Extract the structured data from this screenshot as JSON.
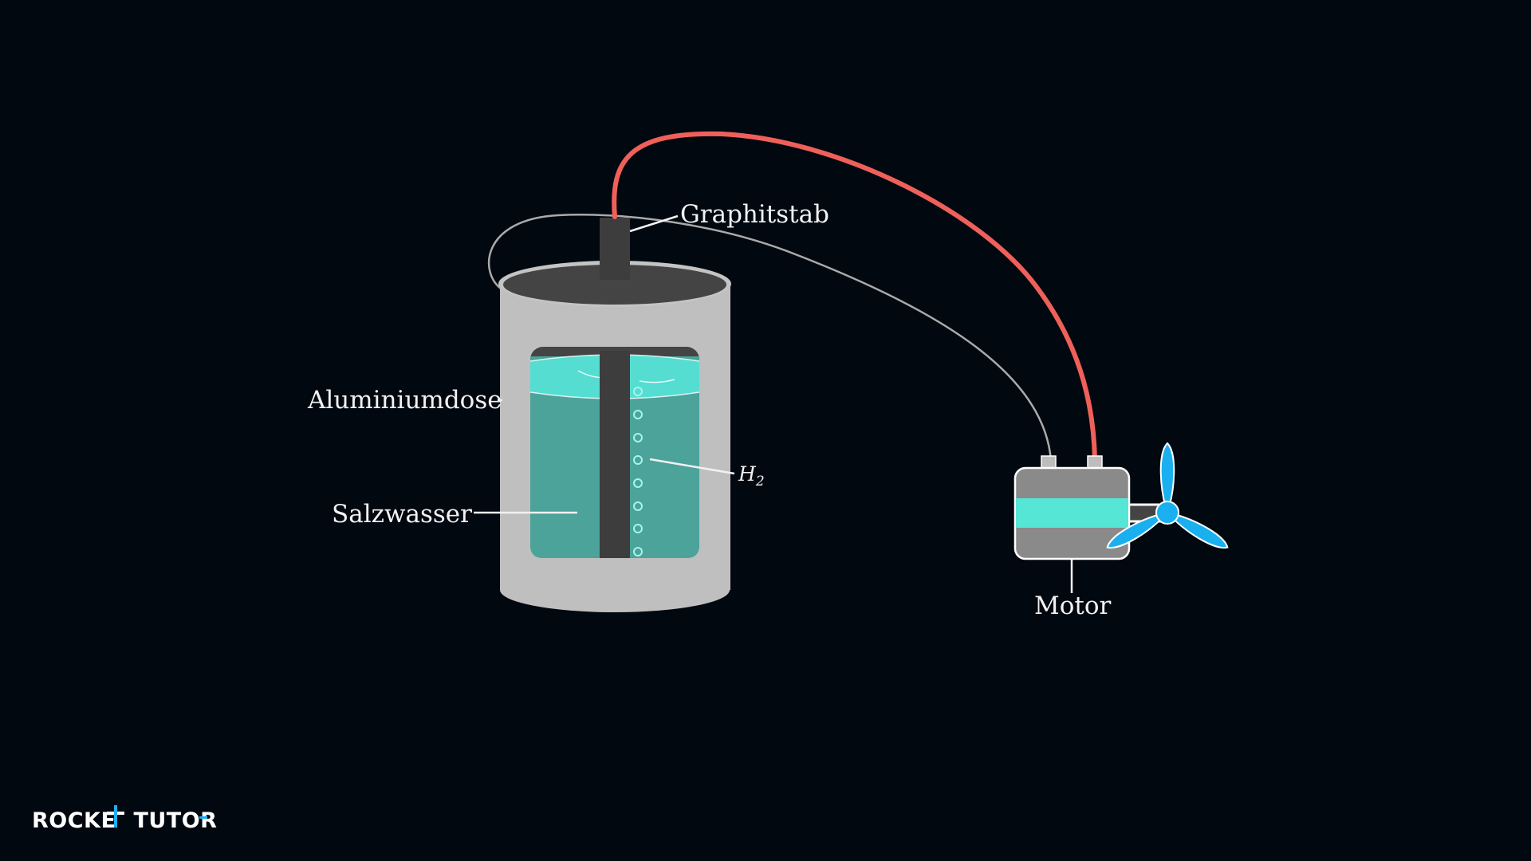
{
  "labels": {
    "graphite_rod": "Graphitstab",
    "aluminium_can": "Aluminiumdose",
    "salt_water": "Salzwasser",
    "hydrogen_base": "H",
    "hydrogen_subscript": "2",
    "motor": "Motor"
  },
  "logo": {
    "part1": "ROCKE",
    "part2": "TUTO",
    "part3": "R"
  },
  "colors": {
    "background": "#020810",
    "can": "#bfbfbf",
    "can_inner": "#444444",
    "water": "#4ba39a",
    "water_surface": "#55ddd2",
    "red_wire": "#f0605a",
    "grey_wire": "#aaaaaa",
    "motor_body": "#8a8a8a",
    "motor_band": "#55e6d6",
    "propeller": "#1ab0f0",
    "logo_accent": "#1ab0f0"
  },
  "icons": {
    "propeller": "propeller-icon",
    "bubbles": "bubble-icon"
  }
}
